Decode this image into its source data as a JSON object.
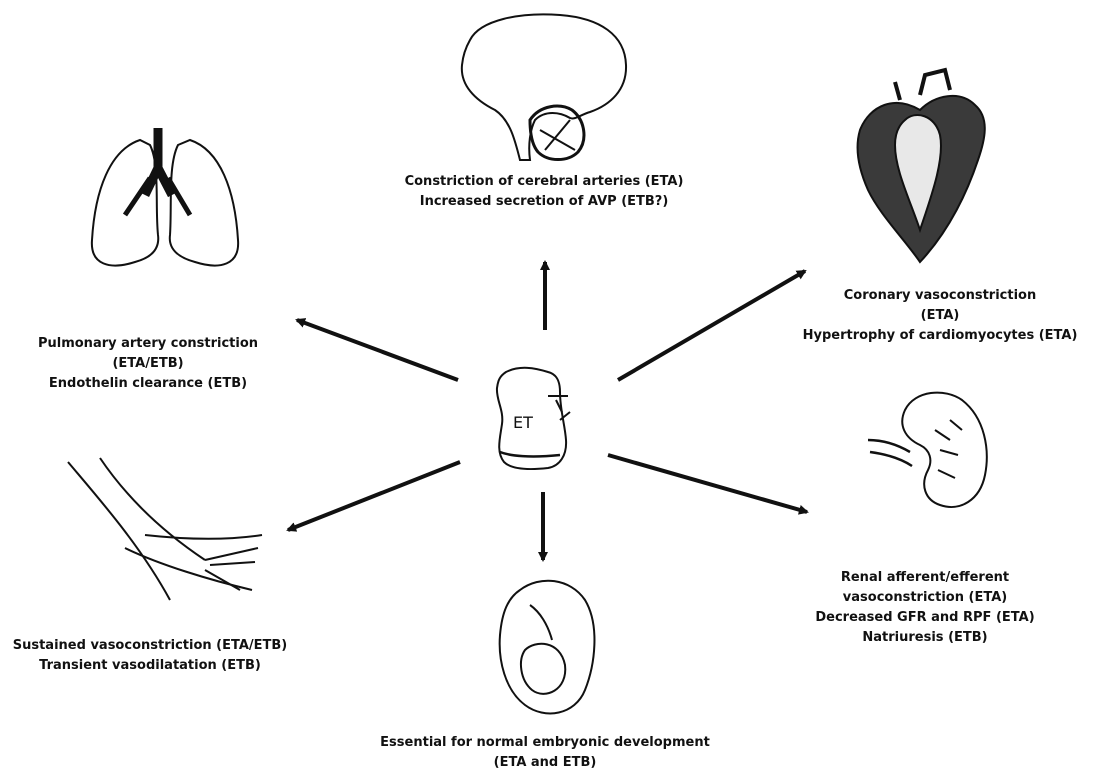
{
  "center": {
    "label": "ET"
  },
  "organs": [
    {
      "id": "brain",
      "icon": "brain-icon",
      "lines": [
        "Constriction of cerebral arteries (ETA)",
        "Increased secretion of AVP (ETB?)"
      ]
    },
    {
      "id": "heart",
      "icon": "heart-icon",
      "lines": [
        "Coronary vasoconstriction",
        "(ETA)",
        "Hypertrophy of cardiomyocytes (ETA)"
      ]
    },
    {
      "id": "lungs",
      "icon": "lungs-icon",
      "lines": [
        "Pulmonary artery constriction",
        "(ETA/ETB)",
        "Endothelin clearance (ETB)"
      ]
    },
    {
      "id": "vessels",
      "icon": "blood-vessels-icon",
      "lines": [
        "Sustained vasoconstriction (ETA/ETB)",
        "Transient vasodilatation (ETB)"
      ]
    },
    {
      "id": "kidney",
      "icon": "kidney-icon",
      "lines": [
        "Renal afferent/efferent",
        "vasoconstriction (ETA)",
        "Decreased GFR and RPF (ETA)",
        "Natriuresis (ETB)"
      ]
    },
    {
      "id": "embryo",
      "icon": "embryo-icon",
      "lines": [
        "Essential for normal embryonic development",
        "(ETA and ETB)"
      ]
    }
  ]
}
